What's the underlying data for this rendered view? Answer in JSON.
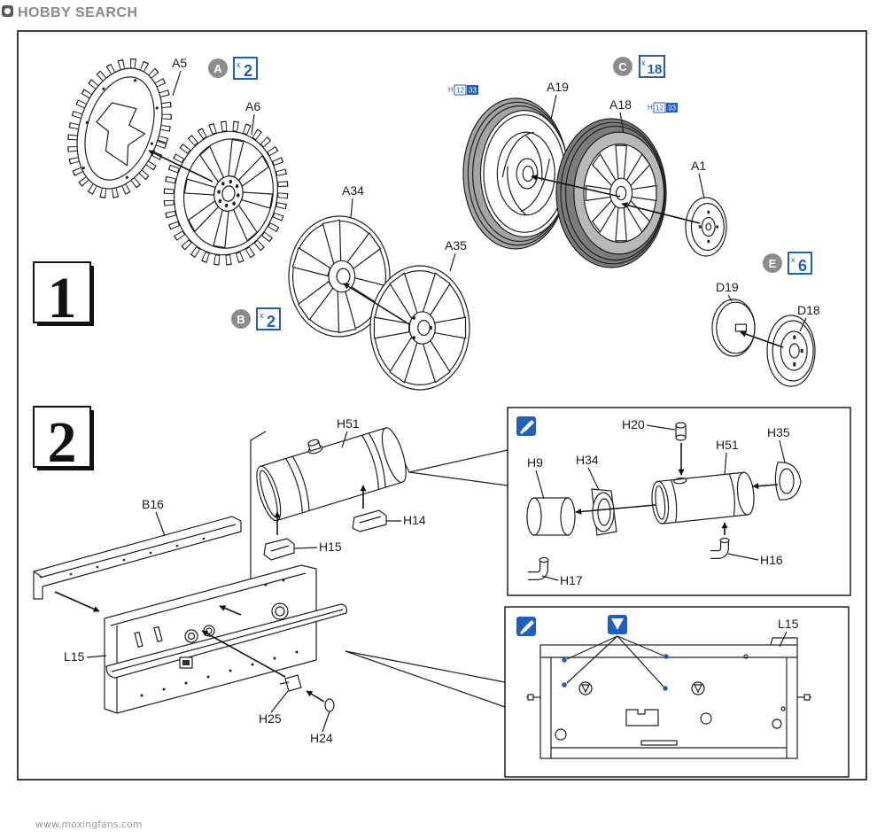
{
  "header": {
    "logo_text": "HOBBY SEARCH",
    "logo_icon": "hobby-search-logo-icon"
  },
  "colors": {
    "accent": "#1e5fbf",
    "callout_circle": "#8c8c8c",
    "tyre_light": "#a4a4a4",
    "tyre_dark": "#7c7c7c",
    "line": "#1f1f1f"
  },
  "step1": {
    "number": "1",
    "parts": {
      "a5": "A5",
      "a6": "A6",
      "a34": "A34",
      "a35": "A35",
      "a19": "A19",
      "a18": "A18",
      "a1": "A1",
      "d19": "D19",
      "d18": "D18"
    },
    "sets": [
      {
        "letter": "A",
        "x": "x",
        "qty": "2"
      },
      {
        "letter": "B",
        "x": "x",
        "qty": "2"
      },
      {
        "letter": "C",
        "x": "x",
        "qty": "18"
      },
      {
        "letter": "E",
        "x": "x",
        "qty": "6"
      }
    ],
    "paint": [
      {
        "prefix": "H",
        "color1": "12",
        "color2": "33"
      },
      {
        "prefix": "H",
        "color1": "12",
        "color2": "33"
      }
    ]
  },
  "step2": {
    "number": "2",
    "parts": {
      "h51": "H51",
      "h14": "H14",
      "h15": "H15",
      "b16": "B16",
      "l15": "L15",
      "h25": "H25",
      "h24": "H24"
    },
    "inset_exhaust": {
      "icon": "cement-icon",
      "parts": {
        "h20": "H20",
        "h51": "H51",
        "h35": "H35",
        "h9": "H9",
        "h34": "H34",
        "h17": "H17",
        "h16": "H16"
      }
    },
    "inset_hull": {
      "icon": "cement-icon",
      "glue_icon": "glue-point-icon",
      "parts": {
        "l15": "L15"
      }
    }
  },
  "watermark": {
    "text": "www.moxingfans.com"
  }
}
